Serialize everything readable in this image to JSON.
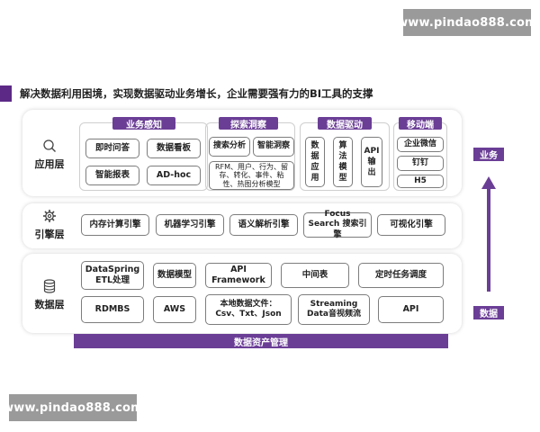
{
  "watermark": {
    "top": "www.pindao888.com",
    "bottom": "www.pindao888.com"
  },
  "title": "解决数据利用困境，实现数据驱动业务增长，企业需要强有力的BI工具的支撑",
  "app_layer": {
    "label": "应用层",
    "icon": "search-icon",
    "groups": [
      {
        "head": "业务感知",
        "items": [
          "即时问答",
          "数据看板",
          "智能报表",
          "AD-hoc"
        ]
      },
      {
        "head": "探索洞察",
        "items": [
          "搜索分析",
          "智能洞察"
        ],
        "detail": "RFM、用户、行为、留存、转化、事件、粘性、热图分析模型"
      },
      {
        "head": "数据驱动",
        "items": [
          "数据应用",
          "算法模型",
          "API输出"
        ]
      },
      {
        "head": "移动端",
        "items": [
          "企业微信",
          "钉钉",
          "H5"
        ]
      }
    ]
  },
  "engine_layer": {
    "label": "引擎层",
    "icon": "gear-icon",
    "items": [
      "内存计算引擎",
      "机器学习引擎",
      "语义解析引擎",
      "Focus Search 搜索引擎",
      "可视化引擎"
    ]
  },
  "data_layer": {
    "label": "数据层",
    "icon": "database-icon",
    "row1": [
      "DataSpring ETL处理",
      "数据模型",
      "API Framework",
      "中间表",
      "定时任务调度"
    ],
    "row2": [
      "RDMBS",
      "AWS",
      "本地数据文件：Csv、Txt、Json",
      "Streaming Data音视频流",
      "API"
    ]
  },
  "asset_bar": "数据资产管理",
  "side": {
    "top": "业务",
    "bottom": "数据"
  },
  "colors": {
    "accent": "#6b3e96",
    "title_bar": "#5c2a86"
  }
}
